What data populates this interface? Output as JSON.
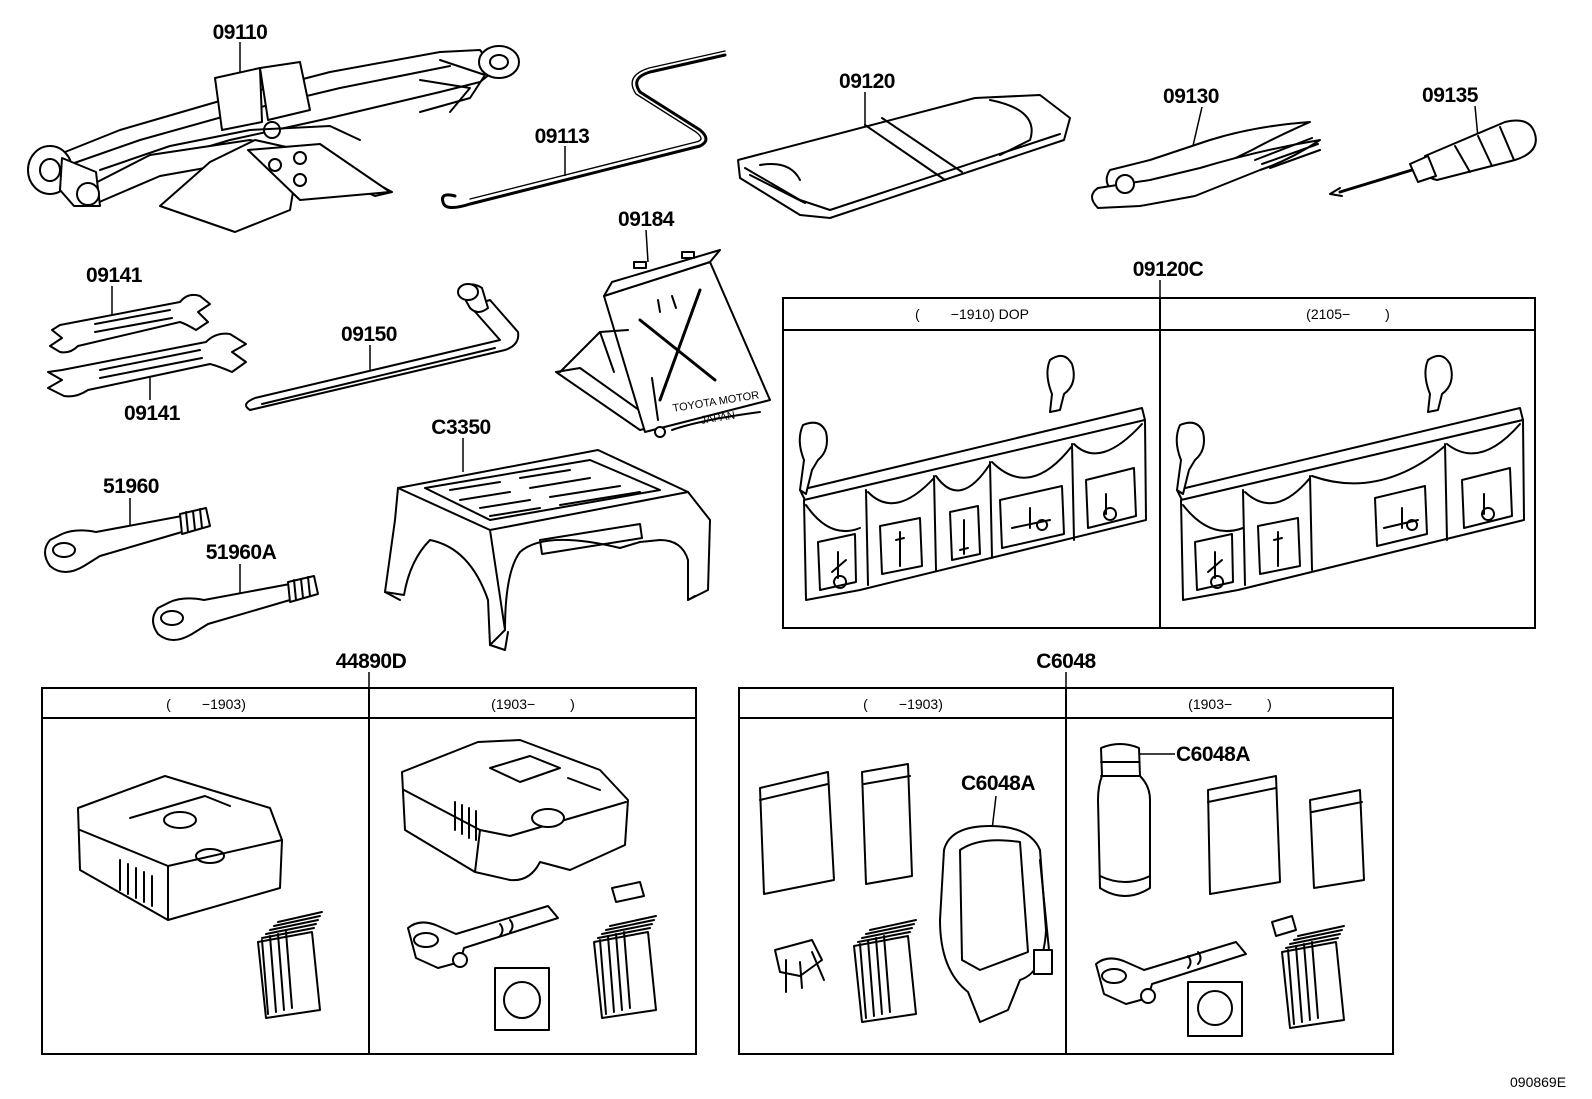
{
  "parts": {
    "p09110": "09110",
    "p09113": "09113",
    "p09120": "09120",
    "p09130": "09130",
    "p09135": "09135",
    "p09141a": "09141",
    "p09141b": "09141",
    "p09150": "09150",
    "p09184": "09184",
    "p09120C": "09120C",
    "pC3350": "C3350",
    "p51960": "51960",
    "p51960A": "51960A",
    "p44890D": "44890D",
    "pC6048": "C6048",
    "pC6048A_1": "C6048A",
    "pC6048A_2": "C6048A"
  },
  "headers": {
    "h09120C_left": "(        −1910) DOP",
    "h09120C_right": "(2105−         )",
    "h44890D_left": "(        −1903)",
    "h44890D_right": "(1903−         )",
    "hC6048_left": "(        −1903)",
    "hC6048_right": "(1903−         )"
  },
  "embossed": {
    "line1": "TOYOTA MOTOR",
    "line2": "JAPAN"
  },
  "figure_code": "090869E"
}
